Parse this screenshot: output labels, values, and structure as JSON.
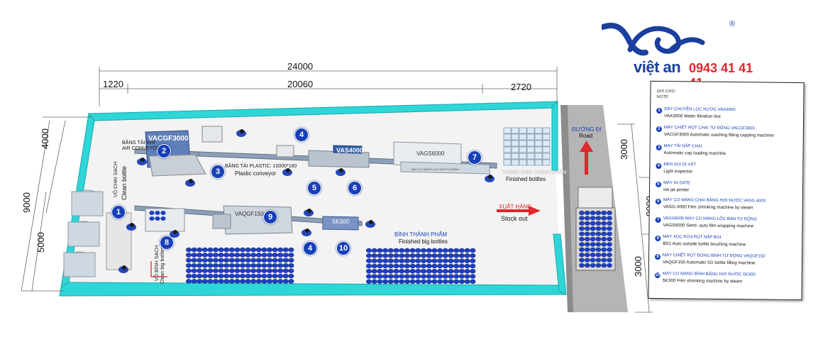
{
  "brand": {
    "name": "việt an",
    "phone": "0943 41 41 41",
    "registered": "®",
    "colors": {
      "blue": "#1b3f9e",
      "red": "#e0272b"
    }
  },
  "dimensions": {
    "total_width": "24000",
    "left_section": "1220",
    "middle_section": "20060",
    "right_section": "2720",
    "left_upper": "4000",
    "left_overall": "9000",
    "left_lower": "5000",
    "road_top": "3000",
    "road_overall": "9000",
    "road_bottom": "3000"
  },
  "layout_labels": {
    "machine_vacgf3000": "VACGF3000",
    "machine_vas4000": "VAS4000",
    "machine_vags6000": "VAGS6000",
    "machine_vaqgf150": "VAQGF150",
    "machine_sk300": "SK300",
    "conveyor_vn": "BĂNG TẢI PLASTIC: 10000*160",
    "conveyor_en": "Plastic conveyor",
    "clean_bottle_vn": "VỎ CHAI SẠCH",
    "clean_bottle_en": "Clean bottle",
    "air_conveyor_vn": "BĂNG TẢI KHÍ",
    "air_conveyor_en": "AIR CONVEYOR S",
    "finished_bottles_vn": "THÙNG CHAI THÀNH PHẨM",
    "finished_bottles_en": "Finished bottles",
    "stock_out_vn": "XUẤT HÀNG",
    "stock_out_en": "Stock out",
    "finished_big_vn": "BÌNH THÀNH PHẨM",
    "finished_big_en": "Finished big bottles",
    "clean_big_vn": "VỎ BÌNH SẠCH",
    "clean_big_en": "Clean big bottles",
    "road_vn": "ĐƯỜNG ĐI",
    "road_en": "Road",
    "shrink_tunnel_label": "MÁY CO MÀNG LỌC BÁN TỰ ĐỘNG"
  },
  "station_numbers": [
    "1",
    "2",
    "3",
    "4",
    "5",
    "6",
    "7",
    "8",
    "9",
    "4",
    "10"
  ],
  "notes": {
    "header_vn": "GHI CHÚ:",
    "header_en": "NOTE",
    "items": [
      {
        "n": "1",
        "vn": "DÂY CHUYỀN LỌC NƯỚC VAA3000",
        "en": "VAA3000 Water filtration line"
      },
      {
        "n": "2",
        "vn": "MÁY CHIẾT RÓT CHAI TỰ ĐỘNG VACGF3000",
        "en": "VACGF3000 Automatic washing filling capping machine"
      },
      {
        "n": "3",
        "vn": "MÁY TẢI NẮP CHAI",
        "en": "Automatic cap loading machine"
      },
      {
        "n": "4",
        "vn": "ĐÈN SOI DỊ VẬT",
        "en": "Light inspector"
      },
      {
        "n": "5",
        "vn": "MÁY IN DATE",
        "en": "Ink jet printer"
      },
      {
        "n": "6",
        "vn": "MÁY CO MÀNG CHAI BẰNG HƠI NƯỚC VASG 4000",
        "en": "VASG-4000 Film shrinking machine by steam"
      },
      {
        "n": "7",
        "vn": "VAGS6000 MÁY CO MÀNG LỐC BÁN TỰ ĐỘNG",
        "en": "VAGS6000 Semi- auto film wrapping machine"
      },
      {
        "n": "8",
        "vn": "MÁY XÚC RỬA RÚT NẮP BS1",
        "en": "BS1 Auto outside bottle brushing machine"
      },
      {
        "n": "9",
        "vn": "MÁY CHIẾT RÓT ĐÓNG BÌNH TỰ ĐỘNG VAQGF150",
        "en": "VAQGF150 Automatic 5G bottle filling machine"
      },
      {
        "n": "10",
        "vn": "MÁY CO MÀNG BÌNH BẰNG HƠI NƯỚC SK300",
        "en": "SK300 Film shrinking machine by steam"
      }
    ]
  }
}
